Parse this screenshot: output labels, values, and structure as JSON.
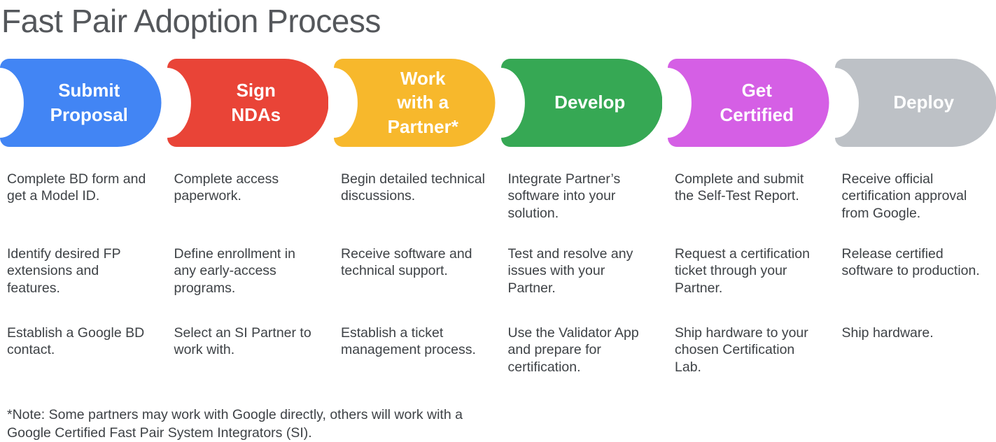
{
  "title": "Fast Pair Adoption Process",
  "colors": {
    "blue": "#4285f4",
    "red": "#e94437",
    "yellow": "#f7b82c",
    "green": "#36a854",
    "magenta": "#d55fe5",
    "gray": "#bdc1c6",
    "label_text": "#ffffff",
    "body_text": "#3e4246",
    "title_text": "#54575b"
  },
  "stages": [
    {
      "label": "Submit\nProposal",
      "color": "#4285f4",
      "steps": [
        "Complete BD form and get a Model ID.",
        "Identify desired FP extensions and features.",
        "Establish a Google BD contact."
      ]
    },
    {
      "label": "Sign\nNDAs",
      "color": "#e94437",
      "steps": [
        "Complete access paperwork.",
        "Define enrollment in any early-access programs.",
        "Select an SI Partner to work with."
      ]
    },
    {
      "label": "Work\nwith a\nPartner*",
      "color": "#f7b82c",
      "steps": [
        "Begin detailed technical discussions.",
        "Receive software and technical support.",
        "Establish a ticket management process."
      ]
    },
    {
      "label": "Develop",
      "color": "#36a854",
      "steps": [
        "Integrate Partner’s software into your solution.",
        "Test and resolve any issues with your Partner.",
        "Use the Validator App and prepare for certification."
      ]
    },
    {
      "label": "Get\nCertified",
      "color": "#d55fe5",
      "steps": [
        "Complete and submit the Self-Test Report.",
        "Request a certification ticket through your Partner.",
        "Ship hardware to your chosen Certification Lab."
      ]
    },
    {
      "label": "Deploy",
      "color": "#bdc1c6",
      "steps": [
        "Receive official certification approval from Google.",
        "Release certified software to production.",
        "Ship hardware."
      ]
    }
  ],
  "footnote": "*Note: Some partners may work with Google directly, others will work with a Google Certified Fast Pair System Integrators (SI)."
}
